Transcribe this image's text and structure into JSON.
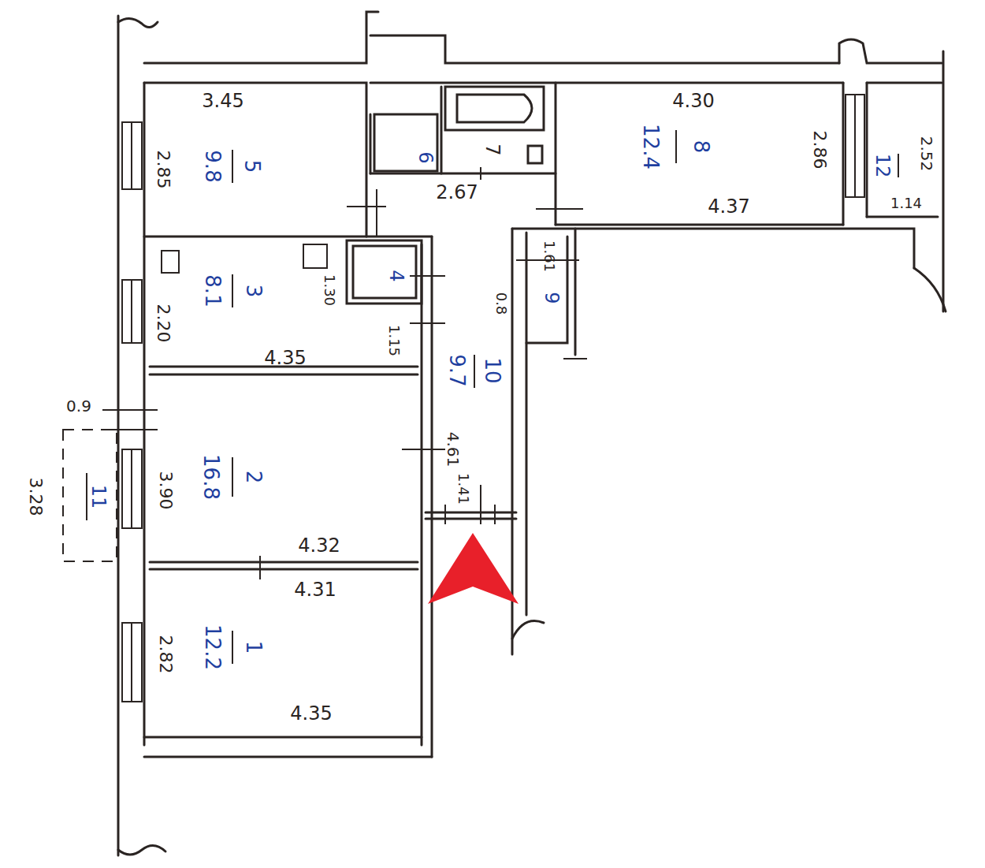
{
  "diagram": {
    "labels": [
      "3.45",
      "2.85",
      "9.8",
      "5",
      "6",
      "7",
      "2.67",
      "4.30",
      "12.4",
      "8",
      "4.37",
      "2.86",
      "12",
      "2.52",
      "1.14",
      "8.1",
      "3",
      "2.20",
      "4.35",
      "1.30",
      "4",
      "1.15",
      "9.7",
      "10",
      "4.61",
      "1.41",
      "1.61",
      "9",
      "0.8",
      "0.9",
      "3.28",
      "11",
      "3.90",
      "16.8",
      "2",
      "4.32",
      "4.31",
      "12.2",
      "1",
      "2.82",
      "4.35"
    ]
  }
}
